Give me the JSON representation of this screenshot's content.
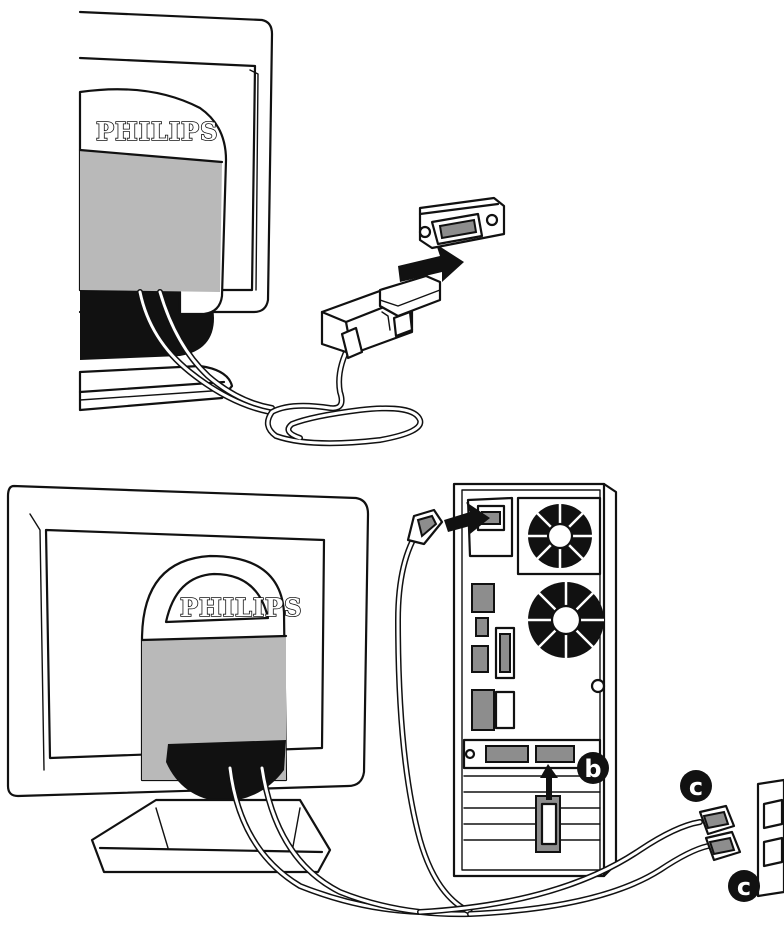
{
  "diagram": {
    "brand_top": "PHILIPS",
    "brand_bottom": "PHILIPS",
    "callouts": {
      "b": "b",
      "c_upper": "c",
      "c_lower": "c"
    }
  },
  "colors": {
    "line": "#111111",
    "shade": "#b9b9b9",
    "background": "#ffffff"
  }
}
